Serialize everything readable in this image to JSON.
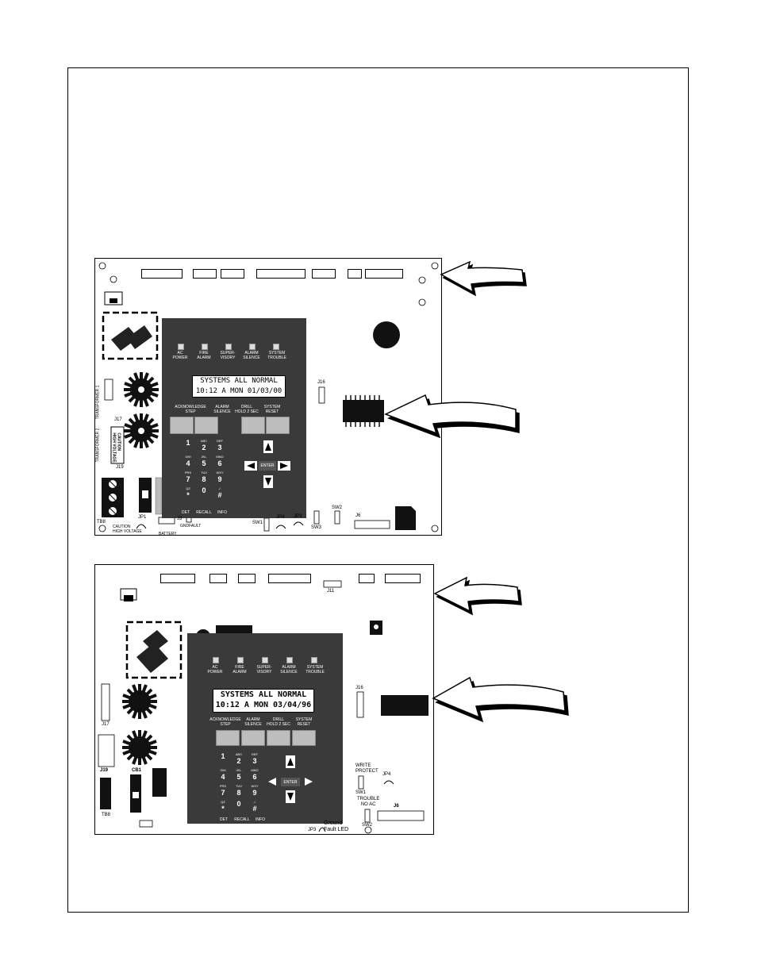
{
  "panel_labels": {
    "ac_power": "AC\nPOWER",
    "fire_alarm": "FIRE\nALARM",
    "supervisory": "SUPER-\nVISORY",
    "alarm_silence": "ALARM\nSILENCE",
    "system_trouble": "SYSTEM\nTROUBLE",
    "ack_step": "ACKNOWLEDGE\nSTEP",
    "alarm_silence_btn": "ALARM\nSILENCE",
    "drill": "DRILL\nHOLD 2 SEC",
    "reset": "SYSTEM\nRESET",
    "enter": "ENTER",
    "det": "DET",
    "recall": "RECALL",
    "info": "INFO"
  },
  "keypad": [
    {
      "digit": "1",
      "sub": ""
    },
    {
      "digit": "2",
      "sub": "ABC"
    },
    {
      "digit": "3",
      "sub": "DEF"
    },
    {
      "digit": "4",
      "sub": "GHI"
    },
    {
      "digit": "5",
      "sub": "JKL"
    },
    {
      "digit": "6",
      "sub": "MNO"
    },
    {
      "digit": "7",
      "sub": "PRS"
    },
    {
      "digit": "8",
      "sub": "TUV"
    },
    {
      "digit": "9",
      "sub": "WXY"
    },
    {
      "digit": "*",
      "sub": "QZ"
    },
    {
      "digit": "0",
      "sub": ""
    },
    {
      "digit": "#",
      "sub": "-/."
    }
  ],
  "board1": {
    "lcd_line1": "SYSTEMS ALL NORMAL",
    "lcd_line2": "10:12 A MON 01/03/00",
    "j16": "J16",
    "j17": "J17",
    "j19": "J19",
    "j3": "J3",
    "j6": "J6",
    "jp1": "JP1",
    "jp3": "JP3",
    "jp4": "JP4",
    "sw1": "SW1",
    "sw2": "SW2",
    "sw3": "SW3",
    "tb8": "TB8",
    "caution": "CAUTION\nHIGH VOLTAGE",
    "caution_bottom": "CAUTION\nHIGH VOLTAGE",
    "battery": "BATTERY",
    "gndfault": "GNDFAULT",
    "transformer1": "TRANSFORMER 1",
    "transformer2": "TRANSFORMER 2"
  },
  "board2": {
    "lcd_line1": "SYSTEMS ALL NORMAL",
    "lcd_line2": "10:12 A MON 03/04/96",
    "j11": "J11",
    "j16": "J16",
    "j17": "J17",
    "j19": "J19",
    "j6": "J6",
    "jp3": "JP3",
    "jp4": "JP4",
    "cb1": "CB1",
    "tb8": "TB8",
    "sw1": "SW1",
    "sw2": "SW2",
    "write_protect": "WRITE\nPROTECT",
    "trouble_no_ac": "TROUBLE\nNO AC",
    "ground_fault_led": "Ground\nFault LED"
  }
}
